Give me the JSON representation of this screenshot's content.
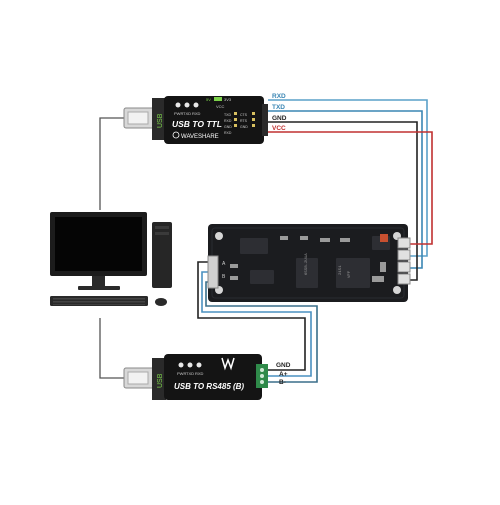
{
  "usb_ttl": {
    "title": "USB TO TTL",
    "brand": "WAVESHARE",
    "led_labels": [
      "PWR",
      "TXD",
      "RXD"
    ],
    "voltage_select": [
      "5V",
      "3V3"
    ],
    "vcc_label": "VCC",
    "pin_left": [
      "TXD",
      "RXD",
      "GND"
    ],
    "pin_right": [
      "CTS",
      "RTS",
      "GND"
    ],
    "pin_bottom_left": "RXD",
    "side_label": "USB",
    "wire_labels": [
      "RXD",
      "TXD",
      "GND",
      "VCC"
    ],
    "wire_colors": [
      "#5aa0c8",
      "#3a86b4",
      "#222222",
      "#c03030"
    ]
  },
  "rs485": {
    "title": "USB TO RS485 (B)",
    "led_labels": [
      "PWR",
      "TXD",
      "RXD"
    ],
    "side_label": "USB",
    "wire_labels": [
      "GND",
      "A+",
      "B-"
    ]
  },
  "board": {
    "chip_text_a": "65SB-2U1A",
    "chip_text_b": "2151",
    "chip_text_c": "VFF",
    "left_terminal": [
      "A",
      "B"
    ]
  },
  "colors": {
    "board": "#1b1c1f",
    "terminal": "#2f8a4a",
    "wire_blue": "#4a90c0",
    "wire_dark": "#3a6f8a",
    "wire_red": "#c03030",
    "wire_black": "#222222"
  }
}
